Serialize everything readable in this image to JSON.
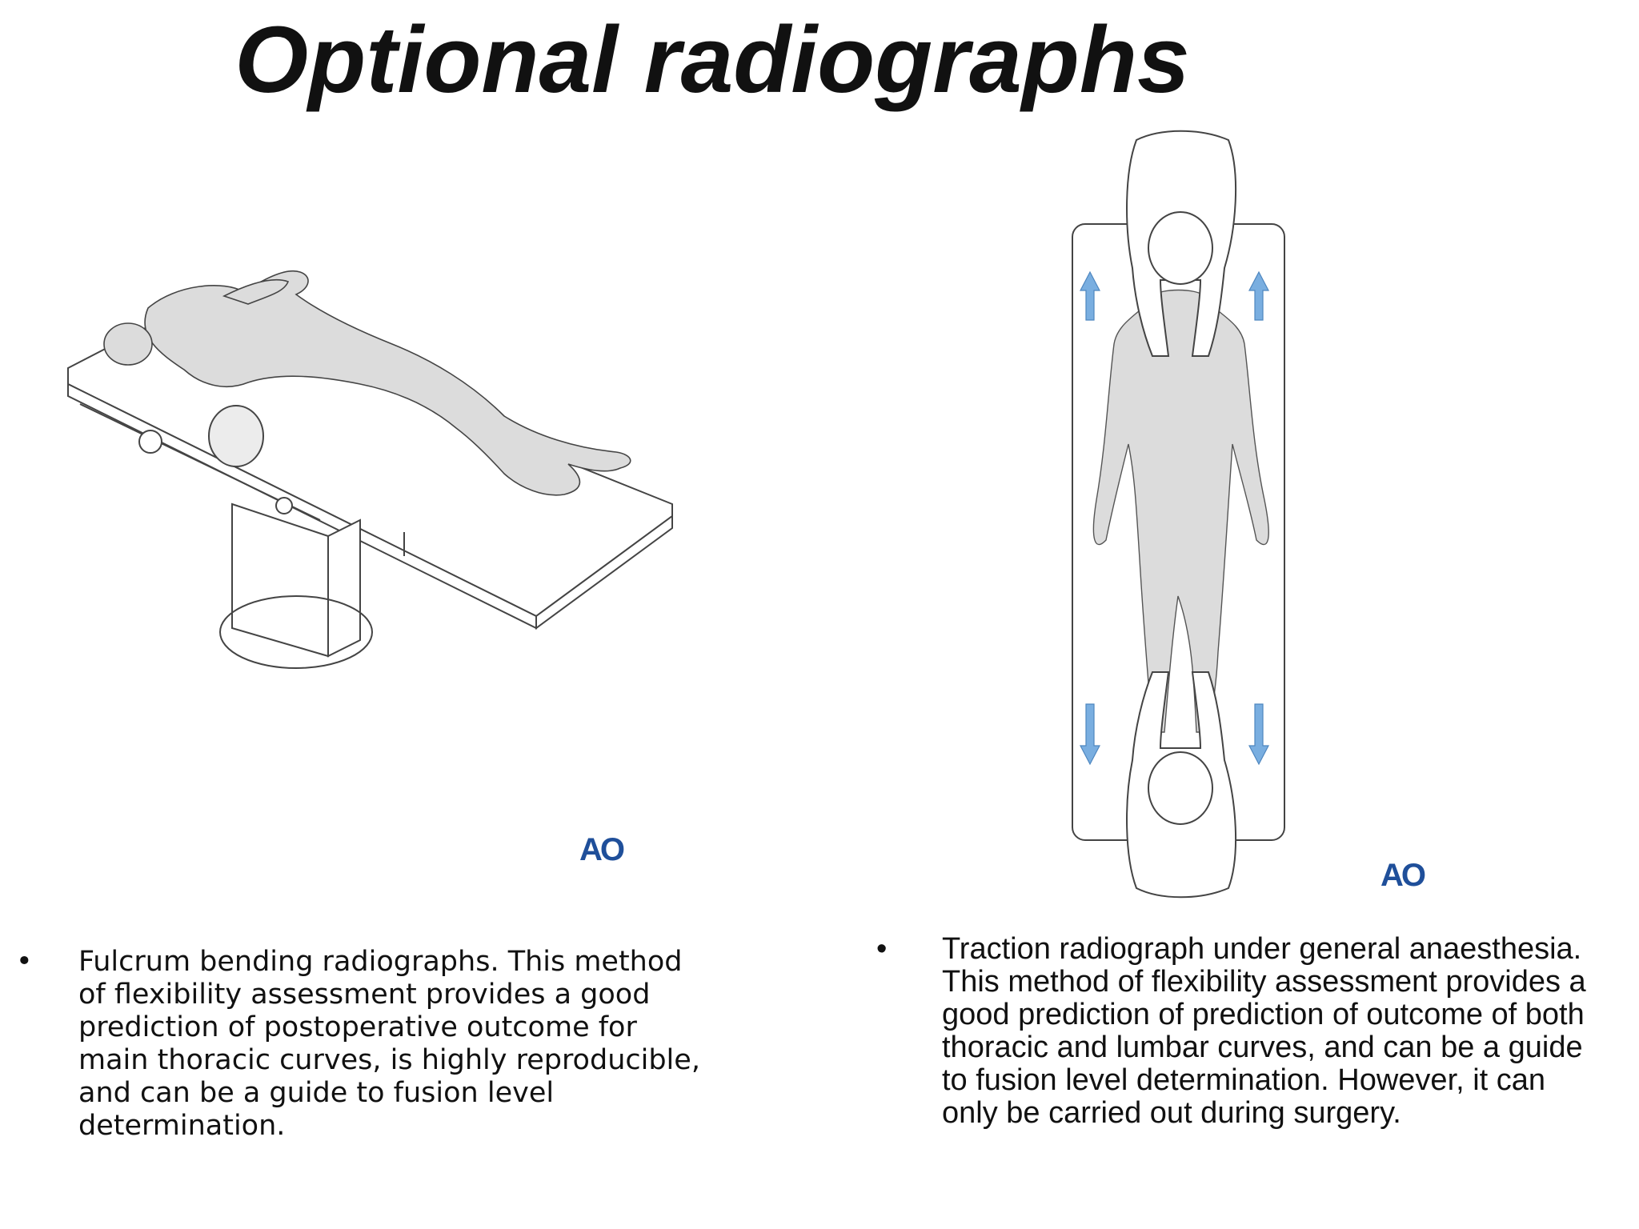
{
  "slide": {
    "title": "Optional radiographs"
  },
  "figures": {
    "left_logo": "AO",
    "right_logo": "AO"
  },
  "bullets": {
    "left": {
      "mark": "•",
      "text": "Fulcrum bending radiographs. This method of flexibility assessment provides a good prediction of postoperative outcome for main thoracic curves, is highly reproducible, and can be a guide to fusion level determination."
    },
    "right": {
      "mark": "•",
      "text": "Traction radiograph under general anaesthesia. This method of flexibility assessment provides a good prediction of prediction of outcome of both thoracic and lumbar curves, and can be a guide to fusion level determination. However, it can only be carried out during surgery."
    }
  },
  "colors": {
    "figure_fill": "#dcdcdc",
    "line": "#444444",
    "arrow": "#79aee0",
    "logo": "#1f4f9a"
  }
}
